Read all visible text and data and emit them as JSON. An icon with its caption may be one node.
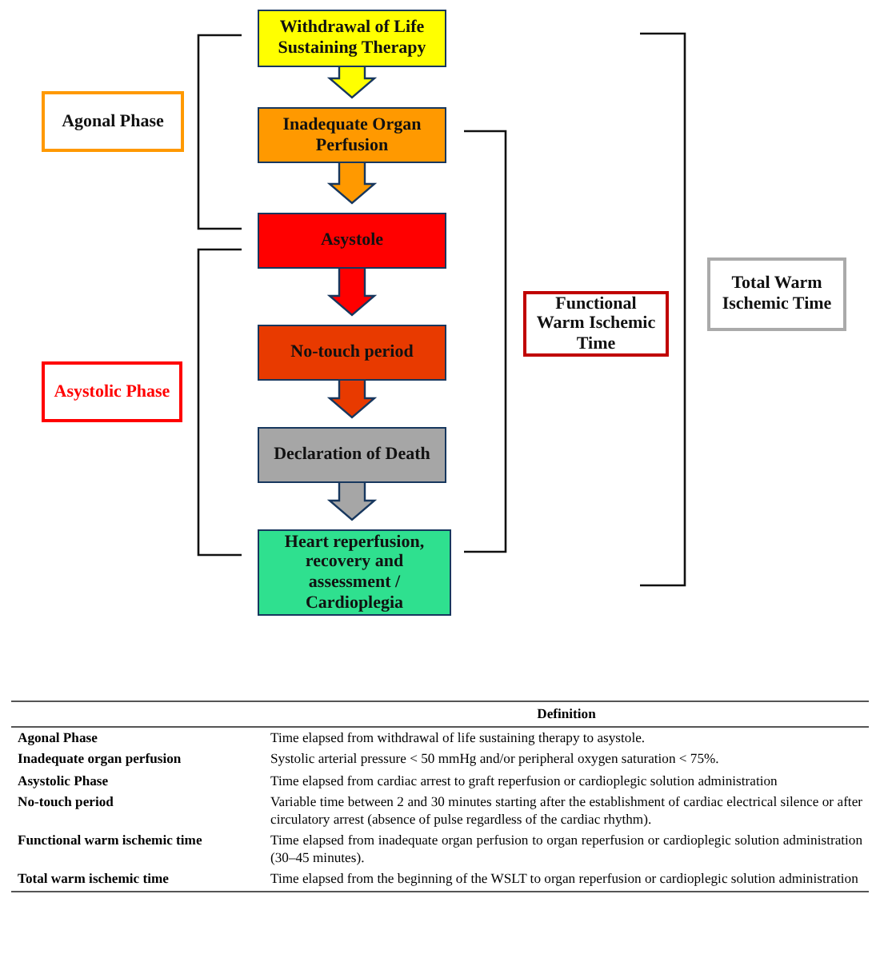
{
  "diagram": {
    "nodes": [
      {
        "text": [
          "Withdrawal of Life Sustaining Therapy"
        ]
      },
      {
        "text": [
          "Inadequate Organ Perfusion"
        ]
      },
      {
        "text": [
          "Asystole"
        ]
      },
      {
        "text": [
          "No-touch period"
        ]
      },
      {
        "text": [
          "Declaration of Death"
        ]
      },
      {
        "text": [
          "Heart reperfusion, recovery and assessment / Cardioplegia"
        ]
      },
      {
        "text": [
          "Agonal Phase"
        ]
      },
      {
        "text": [
          "Asystolic Phase"
        ]
      },
      {
        "text": [
          "Functional Warm Ischemic Time"
        ]
      },
      {
        "text": [
          "Total Warm Ischemic Time"
        ]
      }
    ],
    "edges": [
      {
        "from": 0,
        "to": 1,
        "arrow": "to",
        "style": "thick",
        "color": "#ffff00"
      },
      {
        "from": 1,
        "to": 2,
        "arrow": "to",
        "style": "thick",
        "color": "#ff9900"
      },
      {
        "from": 2,
        "to": 3,
        "arrow": "to",
        "style": "thick",
        "color": "#ff0000"
      },
      {
        "from": 3,
        "to": 4,
        "arrow": "to",
        "style": "thick",
        "color": "#e83a00"
      },
      {
        "from": 4,
        "to": 5,
        "arrow": "to",
        "style": "thick",
        "color": "#a6a6a6"
      }
    ],
    "labels": [
      "Definition",
      "Agonal Phase",
      "Time elapsed from withdrawal of life sustaining therapy to asystole.",
      "Inadequate organ perfusion",
      "Systolic arterial pressure < 50 mmHg and/or peripheral oxygen saturation < 75%.",
      "Asystolic Phase",
      "Time elapsed from cardiac arrest to graft reperfusion or cardioplegic solution administration",
      "No-touch period",
      "Variable time between 2 and 30 minutes starting after the establishment of cardiac electrical silence or after circulatory arrest (absence of pulse regardless of the cardiac rhythm).",
      "Functional warm ischemic time",
      "Time elapsed from inadequate organ perfusion to organ reperfusion or cardioplegic solution administration (30–45 minutes).",
      "Total warm ischemic time",
      "Time elapsed from the beginning of the WSLT to organ reperfusion or cardioplegic solution administration"
    ]
  }
}
